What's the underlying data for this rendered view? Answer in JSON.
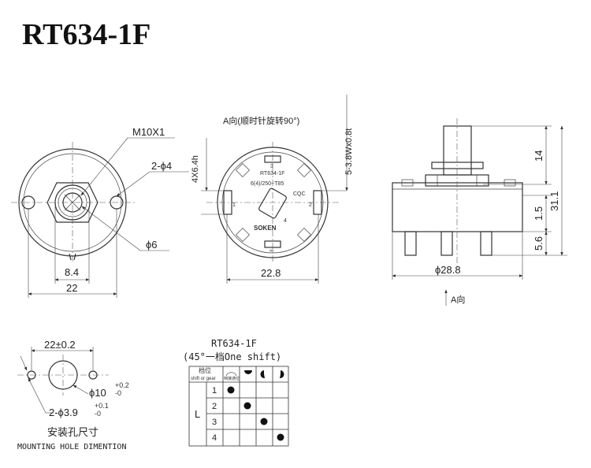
{
  "title": "RT634-1F",
  "front_view": {
    "thread_label": "M10X1",
    "hole_label": "2-ϕ4",
    "inner_label": "ϕ6",
    "dim_inner": "8.4",
    "dim_outer": "22"
  },
  "rear_view": {
    "direction_label": "A向(顺时针旋转90°)",
    "terminal_label": "4X6.4h",
    "slot_label": "5-3.8Wx0.8t",
    "dim_width": "22.8",
    "face_model": "RT634-1F",
    "face_rating": "6(4)/250~T85",
    "face_brand": "SOKEN",
    "face_mark": "CQC",
    "terminal_numbers": [
      "1",
      "2",
      "3",
      "4",
      "∞"
    ]
  },
  "side_view": {
    "dim_shaft": "14",
    "dim_total": "31.1",
    "dim_flange": "1.5",
    "dim_pin": "5.6",
    "dim_body": "ϕ28.8",
    "arrow_label": "A向"
  },
  "mounting": {
    "dim_spacing": "22±0.2",
    "dim_center_hole": "ϕ10",
    "tol_center_upper": "+0.2",
    "tol_center_lower": "-0",
    "dim_side_holes": "2-ϕ3.9",
    "tol_side_upper": "+0.1",
    "tol_side_lower": "-0",
    "caption_cn": "安装孔尺寸",
    "caption_en": "MOUNTING HOLE DIMENTION"
  },
  "shift_table": {
    "title": "RT634-1F",
    "subtitle": "(45°一档One shift)",
    "header_cn": "档位",
    "header_en": "shift or gear",
    "header_symbol_caption": "档接通位",
    "group_label": "L",
    "rows": [
      "1",
      "2",
      "3",
      "4"
    ],
    "dot_positions": [
      {
        "row": 1,
        "col": 1
      },
      {
        "row": 2,
        "col": 2
      },
      {
        "row": 3,
        "col": 3
      },
      {
        "row": 4,
        "col": 4
      }
    ]
  }
}
